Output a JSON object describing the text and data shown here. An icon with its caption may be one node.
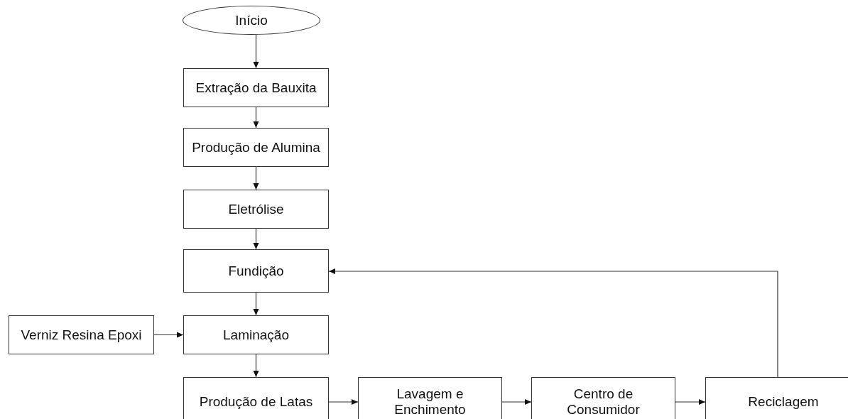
{
  "diagram": {
    "nodes": [
      {
        "text": [
          "Início"
        ]
      },
      {
        "text": [
          "Extração da Bauxita"
        ]
      },
      {
        "text": [
          "Produção de Alumina"
        ]
      },
      {
        "text": [
          "Eletrólise"
        ]
      },
      {
        "text": [
          "Fundição"
        ]
      },
      {
        "text": [
          "Verniz Resina Epoxi"
        ]
      },
      {
        "text": [
          "Laminação"
        ]
      },
      {
        "text": [
          "Produção de Latas"
        ]
      },
      {
        "text": [
          "Lavagem e Enchimento"
        ]
      },
      {
        "text": [
          "Centro de Consumidor"
        ]
      },
      {
        "text": [
          "Reciclagem"
        ]
      }
    ],
    "edges": [
      {
        "from": 0,
        "to": 1,
        "arrow": "to"
      },
      {
        "from": 1,
        "to": 2,
        "arrow": "to"
      },
      {
        "from": 2,
        "to": 3,
        "arrow": "to"
      },
      {
        "from": 3,
        "to": 4,
        "arrow": "to"
      },
      {
        "from": 4,
        "to": 6,
        "arrow": "to"
      },
      {
        "from": 5,
        "to": 6,
        "arrow": "to"
      },
      {
        "from": 6,
        "to": 7,
        "arrow": "to"
      },
      {
        "from": 7,
        "to": 8,
        "arrow": "to"
      },
      {
        "from": 8,
        "to": 9,
        "arrow": "to"
      },
      {
        "from": 9,
        "to": 10,
        "arrow": "to"
      },
      {
        "from": 10,
        "to": 4,
        "arrow": "to"
      }
    ]
  }
}
